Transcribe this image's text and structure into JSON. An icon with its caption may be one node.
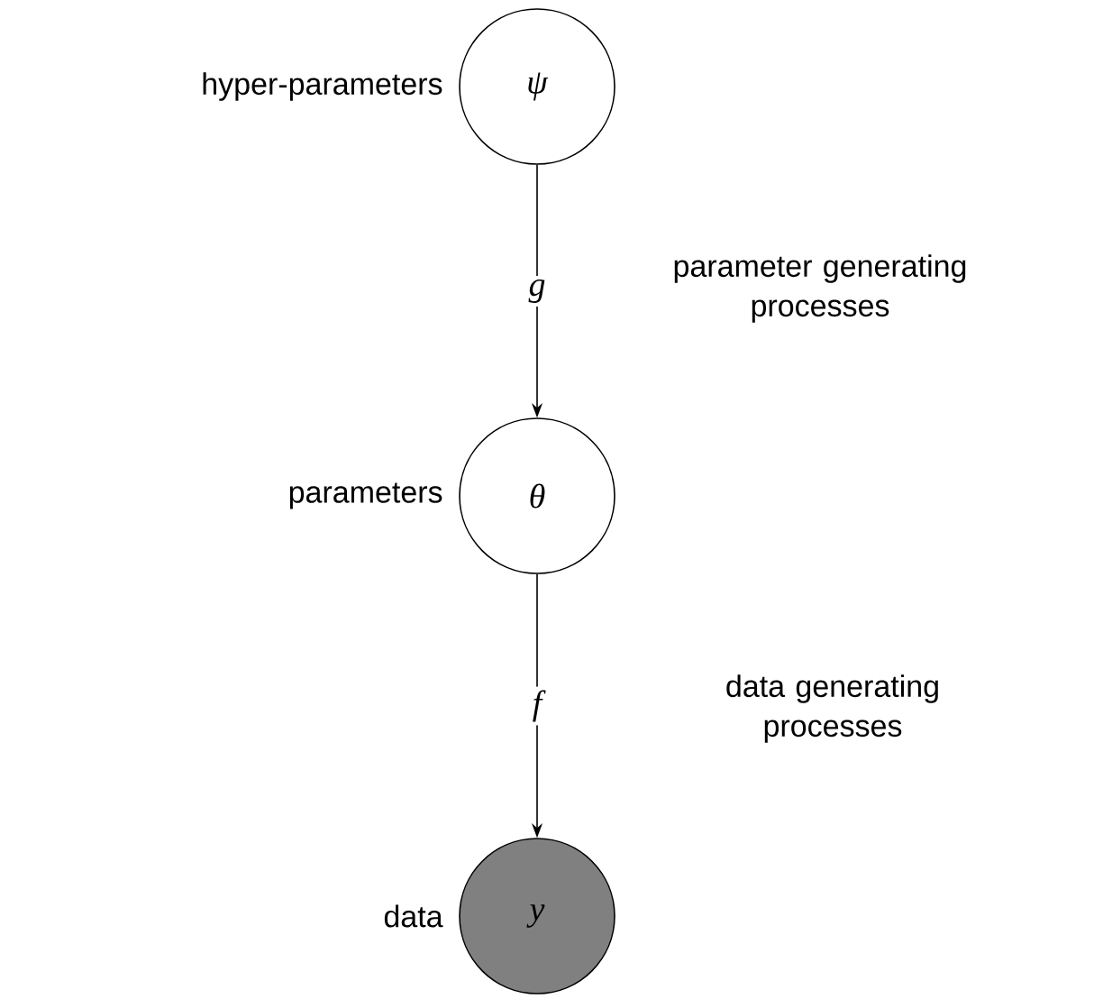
{
  "diagram": {
    "nodes": [
      {
        "text": [
          "ψ"
        ],
        "beside": [
          "hyper-parameters"
        ]
      },
      {
        "text": [
          "θ"
        ],
        "beside": [
          "parameters"
        ]
      },
      {
        "text": [
          "y"
        ],
        "beside": [
          "data"
        ]
      }
    ],
    "edges": [
      {
        "from": 0,
        "to": 1,
        "arrow": "to",
        "label": "g"
      },
      {
        "from": 1,
        "to": 2,
        "arrow": "to",
        "label": "f"
      }
    ],
    "labels": [
      "parameter generating processes",
      "data generating processes"
    ]
  }
}
